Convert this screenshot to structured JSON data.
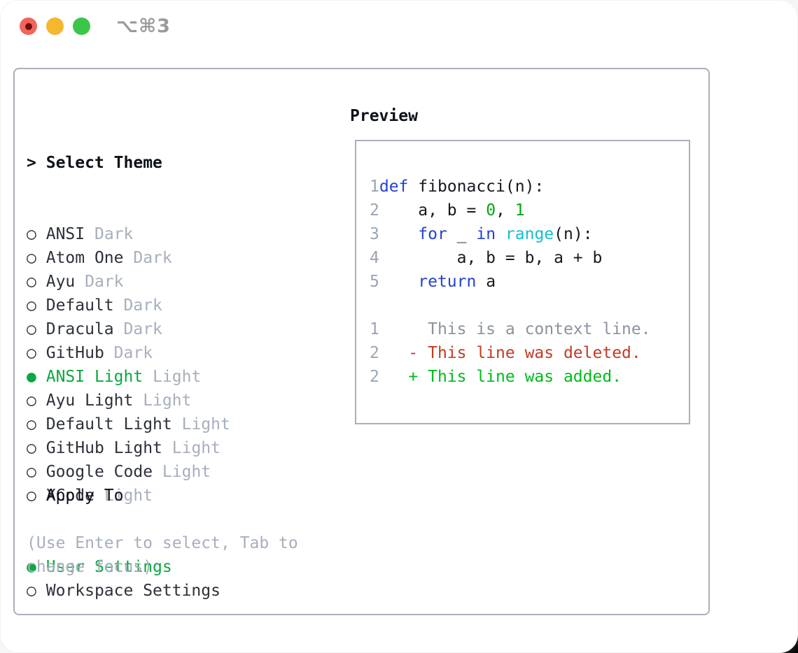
{
  "colors": {
    "panel_border": "#a9b0ba",
    "text": "#2c313a",
    "heading": "#0d1117",
    "muted": "#a7afbd",
    "line_number": "#9aa5b4",
    "context": "#8b939e",
    "selected_green": "#0aa83f",
    "added_green": "#00bb1d",
    "number_green": "#00a713",
    "deleted_red": "#c33a25",
    "keyword_blue": "#2342d1",
    "function_cyan": "#13bfcf",
    "title_gray": "#9a9a9a",
    "traffic_red": "#f2655c",
    "traffic_red_dot": "#700f07",
    "traffic_yellow": "#f5b630",
    "traffic_green": "#3bc649"
  },
  "window": {
    "title": "⌥⌘3"
  },
  "glyphs": {
    "cursor": ">",
    "radio_off": "○",
    "radio_on": "●"
  },
  "theme_panel": {
    "header": "Select Theme",
    "themes": [
      {
        "name": "ANSI",
        "tag": "Dark",
        "selected": false
      },
      {
        "name": "Atom One",
        "tag": "Dark",
        "selected": false
      },
      {
        "name": "Ayu",
        "tag": "Dark",
        "selected": false
      },
      {
        "name": "Default",
        "tag": "Dark",
        "selected": false
      },
      {
        "name": "Dracula",
        "tag": "Dark",
        "selected": false
      },
      {
        "name": "GitHub",
        "tag": "Dark",
        "selected": false
      },
      {
        "name": "ANSI Light",
        "tag": "Light",
        "selected": true
      },
      {
        "name": "Ayu Light",
        "tag": "Light",
        "selected": false
      },
      {
        "name": "Default Light",
        "tag": "Light",
        "selected": false
      },
      {
        "name": "GitHub Light",
        "tag": "Light",
        "selected": false
      },
      {
        "name": "Google Code",
        "tag": "Light",
        "selected": false
      },
      {
        "name": "XCode",
        "tag": "Light",
        "selected": false
      }
    ],
    "apply_to": {
      "header": "Apply To",
      "options": [
        {
          "label": "User Settings",
          "selected": true
        },
        {
          "label": "Workspace Settings",
          "selected": false
        }
      ]
    },
    "help": "(Use Enter to select, Tab to change focus)"
  },
  "preview": {
    "header": "Preview",
    "lines": [
      {
        "kind": "code",
        "gutter": "1",
        "tokens": [
          {
            "t": "def",
            "c": "kw"
          },
          {
            "t": " fibonacci(n):",
            "c": "pl"
          }
        ]
      },
      {
        "kind": "code",
        "gutter": "2",
        "tokens": [
          {
            "t": "    a, b = ",
            "c": "pl"
          },
          {
            "t": "0",
            "c": "num"
          },
          {
            "t": ", ",
            "c": "pl"
          },
          {
            "t": "1",
            "c": "num"
          }
        ]
      },
      {
        "kind": "code",
        "gutter": "3",
        "tokens": [
          {
            "t": "    ",
            "c": "pl"
          },
          {
            "t": "for",
            "c": "kw"
          },
          {
            "t": " _ ",
            "c": "pl"
          },
          {
            "t": "in",
            "c": "kw"
          },
          {
            "t": " ",
            "c": "pl"
          },
          {
            "t": "range",
            "c": "fn"
          },
          {
            "t": "(n):",
            "c": "pl"
          }
        ]
      },
      {
        "kind": "code",
        "gutter": "4",
        "tokens": [
          {
            "t": "        a, b = b, a + b",
            "c": "pl"
          }
        ]
      },
      {
        "kind": "code",
        "gutter": "5",
        "tokens": [
          {
            "t": "    ",
            "c": "pl"
          },
          {
            "t": "return",
            "c": "kw"
          },
          {
            "t": " a",
            "c": "pl"
          }
        ]
      },
      {
        "kind": "blank",
        "gutter": "",
        "tokens": []
      },
      {
        "kind": "diff-context",
        "gutter": "1",
        "tokens": [
          {
            "t": "     This is a context line.",
            "c": "ctx"
          }
        ]
      },
      {
        "kind": "diff-deleted",
        "gutter": "2",
        "tokens": [
          {
            "t": "   - This line was deleted.",
            "c": "del"
          }
        ]
      },
      {
        "kind": "diff-added",
        "gutter": "2",
        "tokens": [
          {
            "t": "   + This line was added.",
            "c": "add"
          }
        ]
      }
    ]
  }
}
